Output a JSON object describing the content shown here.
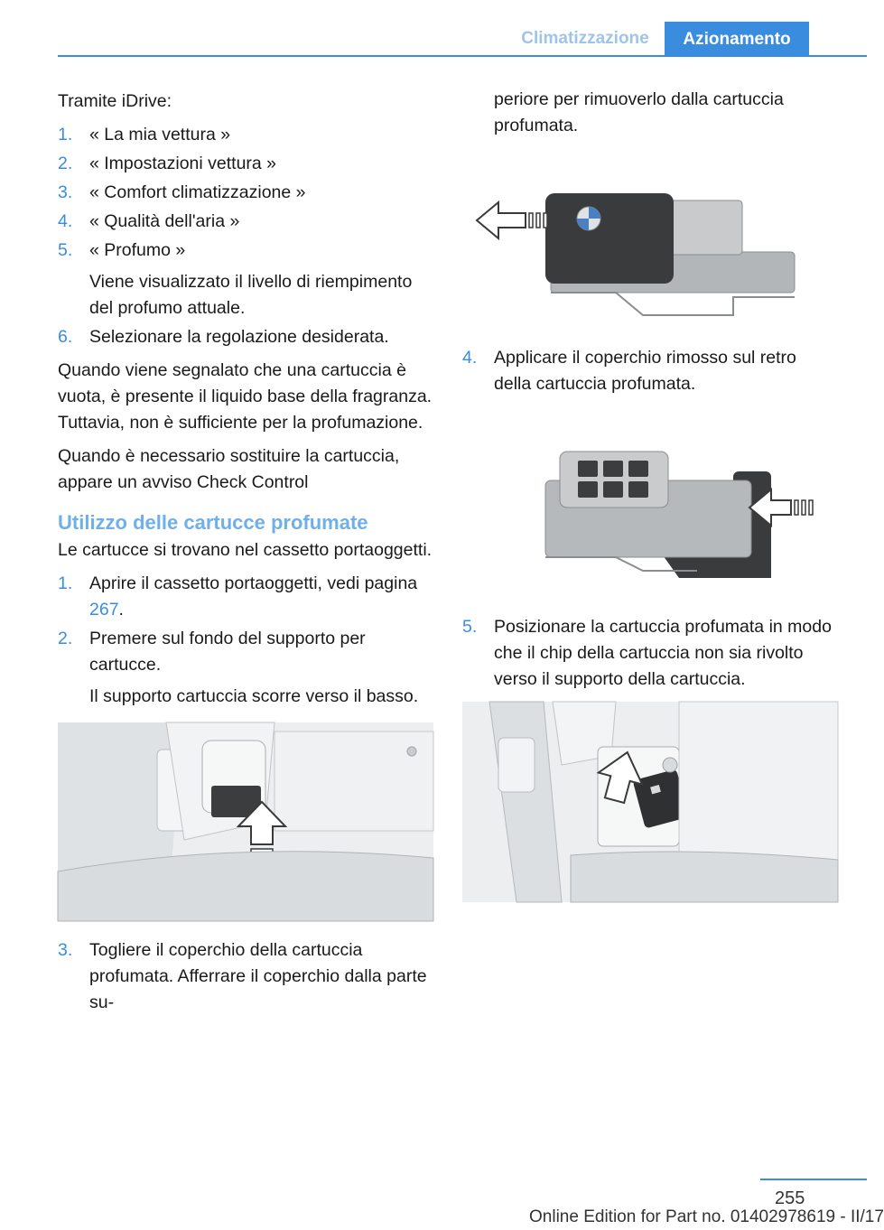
{
  "header": {
    "section": "Climatizzazione",
    "chapter": "Azionamento"
  },
  "left": {
    "intro": "Tramite iDrive:",
    "steps1": [
      {
        "num": "1.",
        "text": "« La mia vettura »"
      },
      {
        "num": "2.",
        "text": "« Impostazioni vettura »"
      },
      {
        "num": "3.",
        "text": "« Comfort climatizzazione »"
      },
      {
        "num": "4.",
        "text": "« Qualità dell'aria »"
      },
      {
        "num": "5.",
        "text": "« Profumo »",
        "sub": "Viene visualizzato il livello di riempimento del profumo attuale."
      },
      {
        "num": "6.",
        "text": "Selezionare la regolazione desiderata."
      }
    ],
    "para1": "Quando viene segnalato che una cartuccia è vuota, è presente il liquido base della fragranza. Tuttavia, non è sufficiente per la profumazione.",
    "para2": "Quando è necessario sostituire la cartuccia, appare un avviso Check Control",
    "heading": "Utilizzo delle cartucce profumate",
    "para3": "Le cartucce si trovano nel cassetto portaoggetti.",
    "steps2": [
      {
        "num": "1.",
        "text_pre": "Aprire il cassetto portaoggetti, vedi pagina ",
        "link": "267",
        "text_post": "."
      },
      {
        "num": "2.",
        "text": "Premere sul fondo del supporto per cartucce.",
        "sub": "Il supporto cartuccia scorre verso il basso."
      }
    ],
    "step3": {
      "num": "3.",
      "text": "Togliere il coperchio della cartuccia profumata. Afferrare il coperchio dalla parte su-"
    }
  },
  "right": {
    "cont": "periore per rimuoverlo dalla cartuccia profumata.",
    "step4": {
      "num": "4.",
      "text": "Applicare il coperchio rimosso sul retro della cartuccia profumata."
    },
    "step5": {
      "num": "5.",
      "text": "Posizionare la cartuccia profumata in modo che il chip della cartuccia non sia rivolto verso il supporto della cartuccia."
    }
  },
  "footer": {
    "page": "255",
    "edition": "Online Edition for Part no. 01402978619 - II/17"
  },
  "colors": {
    "accent": "#3a8dde",
    "accent_light": "#9fc4ea"
  }
}
